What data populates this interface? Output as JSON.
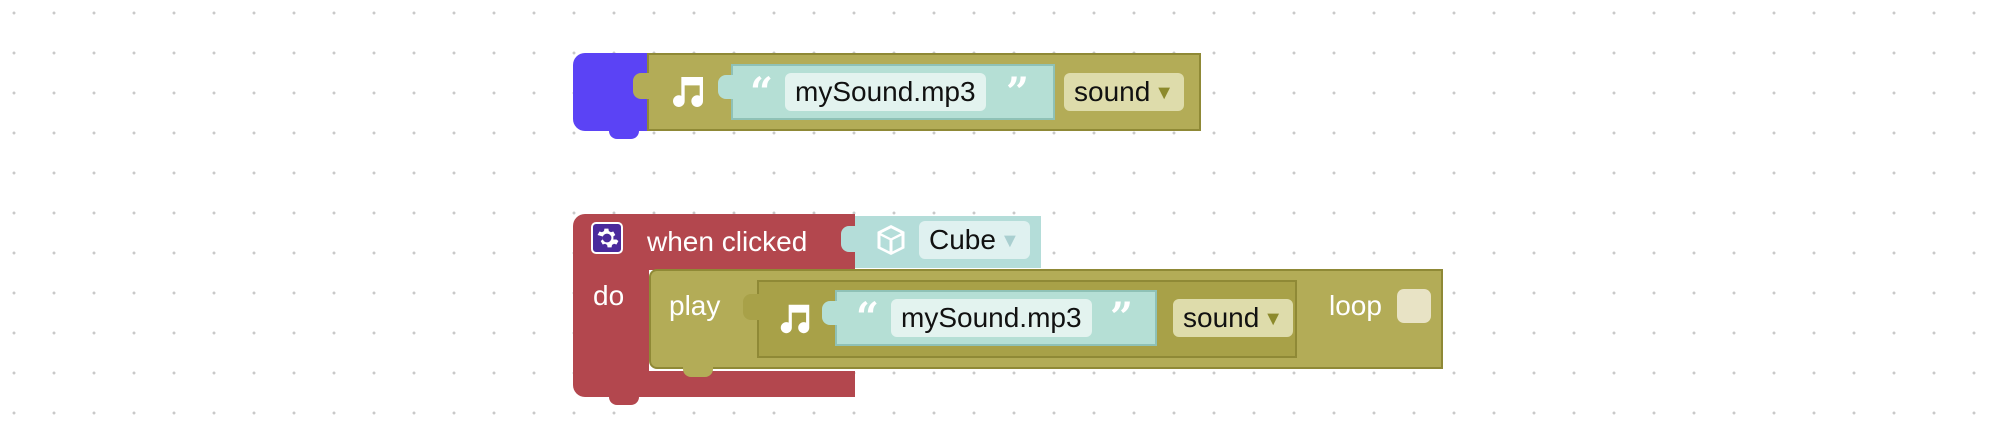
{
  "workspace": {
    "block1": {
      "sound_file": "mySound.mp3",
      "sound_dropdown": "sound",
      "open_quote": "“",
      "close_quote": "”"
    },
    "block2": {
      "event_label": "when clicked",
      "object_dropdown": "Cube",
      "do_label": "do",
      "play_label": "play",
      "sound_file": "mySound.mp3",
      "sound_dropdown": "sound",
      "loop_label": "loop",
      "loop_checked": false,
      "open_quote": "“",
      "close_quote": "”"
    }
  },
  "icons": {
    "music": "music-note-icon",
    "gear": "gear-icon",
    "cube": "cube-icon",
    "dropdown": "triangle-down-icon"
  },
  "colors": {
    "purple_block": "#5b43f5",
    "olive_block": "#b3ac57",
    "olive_block_inner": "#a8a148",
    "teal_block": "#b5dfd5",
    "red_block": "#b3474e",
    "cube_block": "#b4ddd9",
    "gear_bg": "#4a2a9c"
  }
}
